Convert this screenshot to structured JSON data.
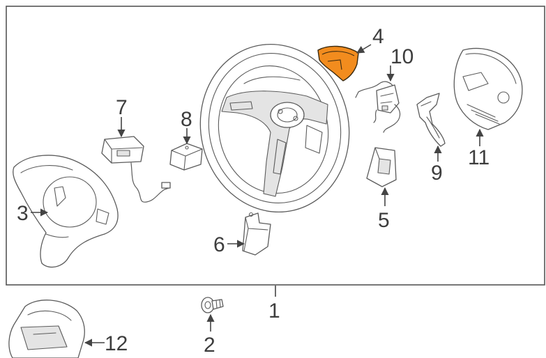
{
  "diagram": {
    "accent_color": "#f28c1e",
    "highlighted_callout": "4",
    "callouts": [
      {
        "id": "1",
        "label": "1"
      },
      {
        "id": "2",
        "label": "2"
      },
      {
        "id": "3",
        "label": "3"
      },
      {
        "id": "4",
        "label": "4"
      },
      {
        "id": "5",
        "label": "5"
      },
      {
        "id": "6",
        "label": "6"
      },
      {
        "id": "7",
        "label": "7"
      },
      {
        "id": "8",
        "label": "8"
      },
      {
        "id": "9",
        "label": "9"
      },
      {
        "id": "10",
        "label": "10"
      },
      {
        "id": "11",
        "label": "11"
      },
      {
        "id": "12",
        "label": "12"
      }
    ]
  }
}
